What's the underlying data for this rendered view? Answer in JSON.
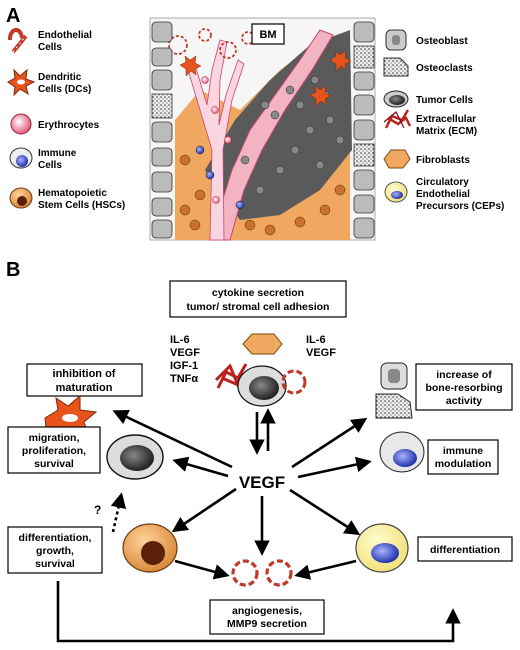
{
  "panels": {
    "a": "A",
    "b": "B"
  },
  "panel_a": {
    "bm_label": "BM",
    "legend_left": [
      {
        "icon": "endothelial-cells-icon",
        "lines": [
          "Endothelial",
          "Cells"
        ]
      },
      {
        "icon": "dendritic-cells-icon",
        "lines": [
          "Dendritic",
          "Cells (DCs)"
        ]
      },
      {
        "icon": "erythrocytes-icon",
        "lines": [
          "Erythrocytes"
        ]
      },
      {
        "icon": "immune-cells-icon",
        "lines": [
          "Immune",
          "Cells"
        ]
      },
      {
        "icon": "hsc-icon",
        "lines": [
          "Hematopoietic",
          "Stem Cells (HSCs)"
        ]
      }
    ],
    "legend_right": [
      {
        "icon": "osteoblast-icon",
        "lines": [
          "Osteoblast"
        ]
      },
      {
        "icon": "osteoclasts-icon",
        "lines": [
          "Osteoclasts"
        ]
      },
      {
        "icon": "tumor-cells-icon",
        "lines": [
          "Tumor Cells"
        ]
      },
      {
        "icon": "ecm-icon",
        "lines": [
          "Extracellular",
          "Matrix (ECM)"
        ]
      },
      {
        "icon": "fibroblasts-icon",
        "lines": [
          "Fibroblasts"
        ]
      },
      {
        "icon": "cep-icon",
        "lines": [
          "Circulatory",
          "Endothelial",
          "Precursors (CEPs)"
        ]
      }
    ]
  },
  "panel_b": {
    "center_label": "VEGF",
    "top_box": [
      "cytokine secretion",
      "tumor/ stromal cell adhesion"
    ],
    "left_factors": [
      "IL-6",
      "VEGF",
      "IGF-1",
      "TNFα"
    ],
    "right_factors": [
      "IL-6",
      "VEGF"
    ],
    "inhibition_box": [
      "inhibition of",
      "maturation"
    ],
    "migration_box": [
      "migration,",
      "proliferation,",
      "survival"
    ],
    "differentiation_left_box": [
      "differentiation,",
      "growth,",
      "survival"
    ],
    "bone_box": [
      "increase of",
      "bone-resorbing",
      "activity"
    ],
    "immune_box": [
      "immune",
      "modulation"
    ],
    "differentiation_right_box": [
      "differentiation"
    ],
    "angio_box": [
      "angiogenesis,",
      "MMP9 secretion"
    ],
    "question_mark": "?"
  }
}
